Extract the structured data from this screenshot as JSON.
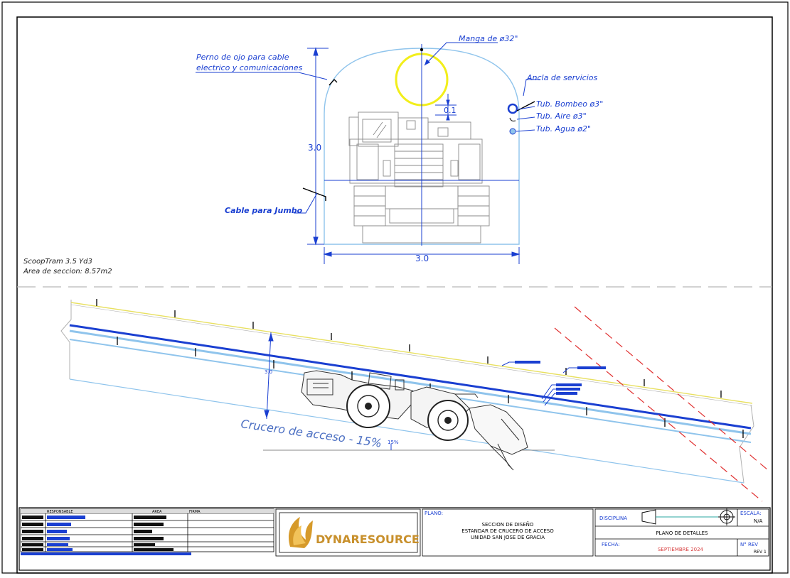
{
  "section_view": {
    "labels": {
      "manga": "Manga de ø32\"",
      "perno_line1": "Perno de ojo para cable",
      "perno_line2": "electrico y comunicaciones",
      "ancla": "Ancla de servicios",
      "tub_bombeo": "Tub. Bombeo ø3\"",
      "tub_aire": "Tub. Aire ø3\"",
      "tub_agua": "Tub. Agua ø2\"",
      "cable_jumbo": "Cable para Jumbo",
      "dim_offset": "0.1",
      "dim_height": "3.0",
      "dim_width": "3.0"
    },
    "notes": {
      "equipment": "ScoopTram 3.5 Yd3",
      "area": "Area de seccion: 8.57m2"
    }
  },
  "profile_view": {
    "title": "Crucero de acceso - 15%",
    "dim_height": "3.0",
    "slope_label": "15%"
  },
  "title_block": {
    "responsable_header": "RESPONSABLE",
    "area_header": "AREA",
    "firma_header": "FIRMA",
    "logo_text": "DYNARESOURCE",
    "plano_label": "PLANO:",
    "plano_line1": "SECCION DE DISEÑO",
    "plano_line2": "ESTANDAR DE CRUCERO DE ACCESO",
    "plano_line3": "UNIDAD SAN JOSE DE GRACIA",
    "disciplina_label": "DISCIPLINA",
    "escala_label": "ESCALA:",
    "escala_value": "N/A",
    "plano_detalles": "PLANO DE DETALLES",
    "fecha_label": "FECHA:",
    "fecha_value": "SEPTIEMBRE 2024",
    "rev_label": "N° REV",
    "rev_value": "REV 1"
  },
  "colors": {
    "annotation_blue": "#1a3fd1",
    "pipe_light_blue": "#8fc4ec",
    "tunnel_outline": "#8fc4ec",
    "yellow_line": "#e8e060",
    "manga_yellow": "#f2ee1a",
    "red_dash": "#e03030",
    "equipment_gray": "#8a8a8a",
    "fecha_red": "#d84040"
  }
}
